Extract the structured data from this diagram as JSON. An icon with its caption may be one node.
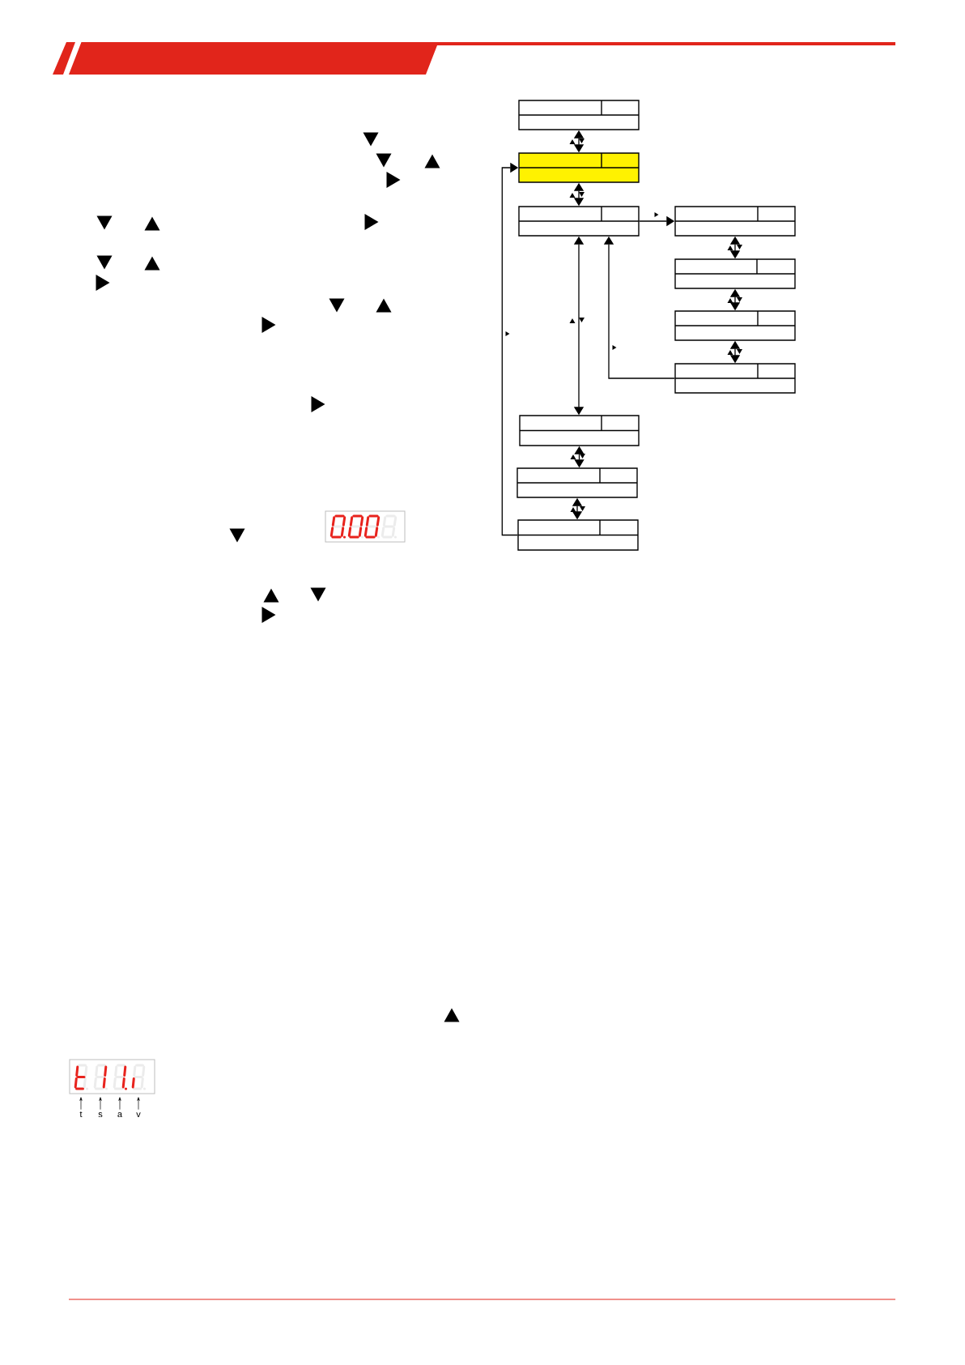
{
  "diagram": {
    "nodes": [
      {
        "text": [],
        "shape": "box"
      },
      {
        "text": [],
        "shape": "box"
      },
      {
        "text": [],
        "shape": "box"
      },
      {
        "text": [],
        "shape": "box"
      },
      {
        "text": [],
        "shape": "box"
      },
      {
        "text": [],
        "shape": "box"
      },
      {
        "text": [],
        "shape": "box"
      },
      {
        "text": [],
        "shape": "box"
      },
      {
        "text": [],
        "shape": "box"
      },
      {
        "text": [],
        "shape": "box"
      },
      {
        "text": [
          "t"
        ]
      },
      {
        "text": [
          "s"
        ]
      },
      {
        "text": [
          "a"
        ]
      },
      {
        "text": [
          "v"
        ]
      }
    ],
    "edges": [
      {
        "from": 0,
        "to": 1,
        "arrow": "both"
      },
      {
        "from": 1,
        "to": 2,
        "arrow": "both"
      },
      {
        "from": 2,
        "to": 3,
        "arrow": "to"
      },
      {
        "from": 3,
        "to": 4,
        "arrow": "both"
      },
      {
        "from": 4,
        "to": 5,
        "arrow": "both"
      },
      {
        "from": 5,
        "to": 6,
        "arrow": "both"
      },
      {
        "from": 6,
        "to": 2,
        "arrow": "to"
      },
      {
        "from": 2,
        "to": 7,
        "arrow": "both"
      },
      {
        "from": 7,
        "to": 8,
        "arrow": "both"
      },
      {
        "from": 8,
        "to": 9,
        "arrow": "both"
      },
      {
        "from": 9,
        "to": 1,
        "arrow": "to"
      },
      {
        "from": 10,
        "to": null,
        "arrow": "to"
      },
      {
        "from": 11,
        "to": null,
        "arrow": "to"
      },
      {
        "from": 12,
        "to": null,
        "arrow": "to"
      },
      {
        "from": 13,
        "to": null,
        "arrow": "to"
      }
    ]
  }
}
